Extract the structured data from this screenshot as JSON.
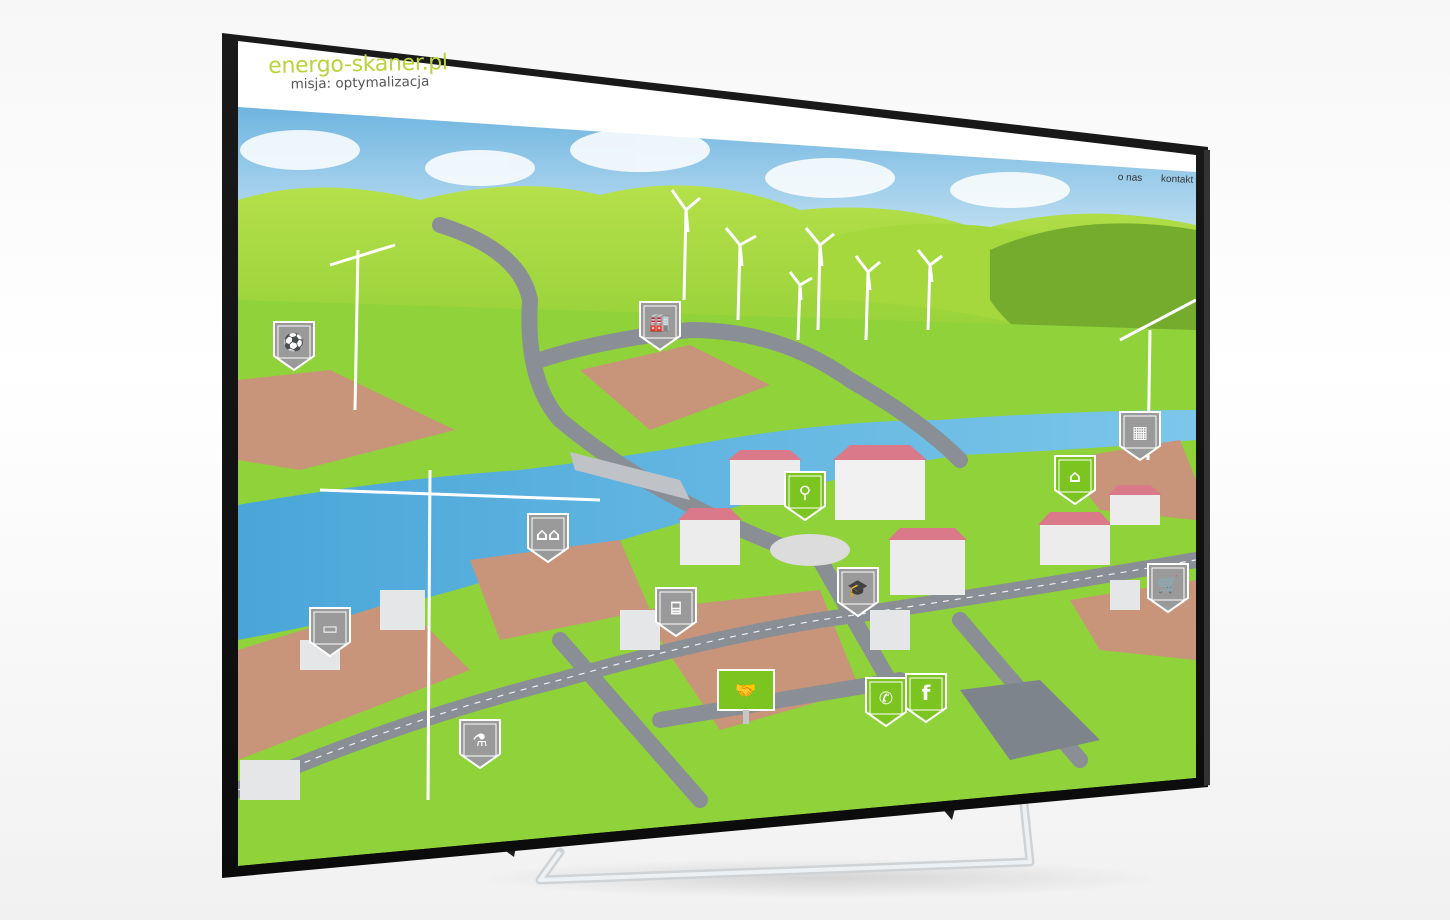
{
  "header": {
    "site_title": "energo-skaner.pl",
    "tagline": "misja: optymalizacja"
  },
  "nav": {
    "items": [
      {
        "label": "o nas"
      },
      {
        "label": "kontakt"
      }
    ]
  },
  "map_pins": [
    {
      "name": "stadium-pin",
      "icon": "soccer-ball-icon",
      "style": "grey"
    },
    {
      "name": "factory-pin",
      "icon": "factory-icon",
      "style": "grey"
    },
    {
      "name": "office-building-pin",
      "icon": "building-icon",
      "style": "grey"
    },
    {
      "name": "house-pin",
      "icon": "house-icon",
      "style": "green"
    },
    {
      "name": "search-pin",
      "icon": "search-icon",
      "style": "green"
    },
    {
      "name": "housing-estate-pin",
      "icon": "houses-icon",
      "style": "grey"
    },
    {
      "name": "hotel-pin",
      "icon": "bed-icon",
      "style": "grey"
    },
    {
      "name": "education-pin",
      "icon": "graduation-cap-icon",
      "style": "grey"
    },
    {
      "name": "shopping-pin",
      "icon": "shopping-cart-icon",
      "style": "grey"
    },
    {
      "name": "computer-pin",
      "icon": "monitor-icon",
      "style": "grey"
    },
    {
      "name": "partnership-billboard",
      "icon": "handshake-icon",
      "style": "green"
    },
    {
      "name": "phone-pin",
      "icon": "phone-icon",
      "style": "green"
    },
    {
      "name": "facebook-pin",
      "icon": "facebook-icon",
      "style": "green"
    },
    {
      "name": "laboratory-pin",
      "icon": "flask-icon",
      "style": "grey"
    }
  ],
  "colors": {
    "logo_green": "#b8d43a",
    "pin_green": "#7cc520",
    "pin_grey": "#9a9a9a",
    "grass": "#8fd23a",
    "water": "#5fb3e0",
    "road": "#8a8f96",
    "dirt": "#c8957a"
  }
}
